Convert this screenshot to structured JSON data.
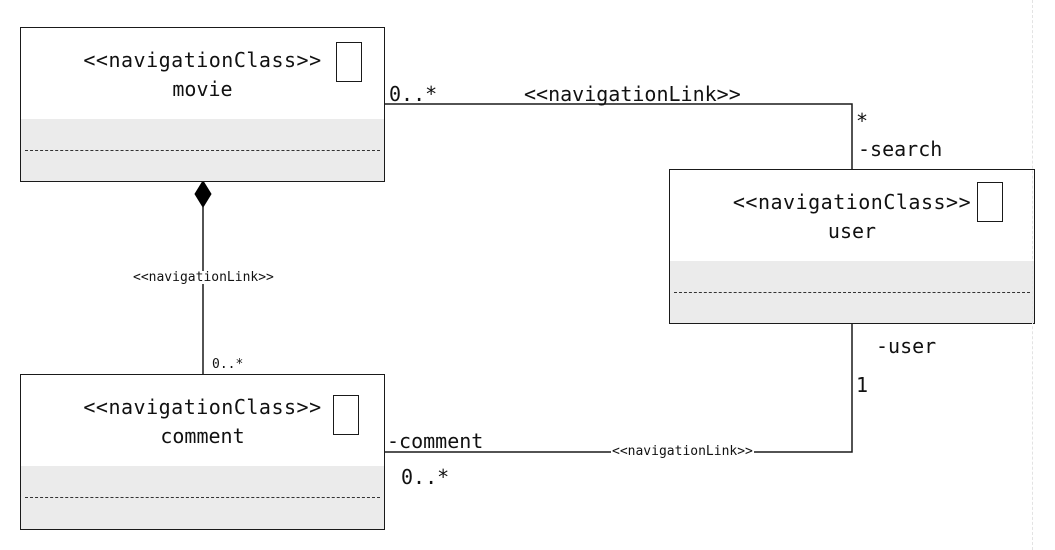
{
  "stereotype_class": "<<navigationClass>>",
  "stereotype_link": "<<navigationLink>>",
  "classes": {
    "movie": {
      "name": "movie"
    },
    "user": {
      "name": "user"
    },
    "comment": {
      "name": "comment"
    }
  },
  "associations": {
    "movie_user": {
      "label": "<<navigationLink>>",
      "movie_end_multiplicity": "0..*",
      "user_end_multiplicity": "*",
      "user_end_role": "-search"
    },
    "movie_comment": {
      "label": "<<navigationLink>>",
      "comment_end_multiplicity": "0..*"
    },
    "user_comment": {
      "label": "<<navigationLink>>",
      "user_end_role": "-user",
      "user_end_multiplicity": "1",
      "comment_end_role": "-comment",
      "comment_end_multiplicity": "0..*"
    }
  }
}
